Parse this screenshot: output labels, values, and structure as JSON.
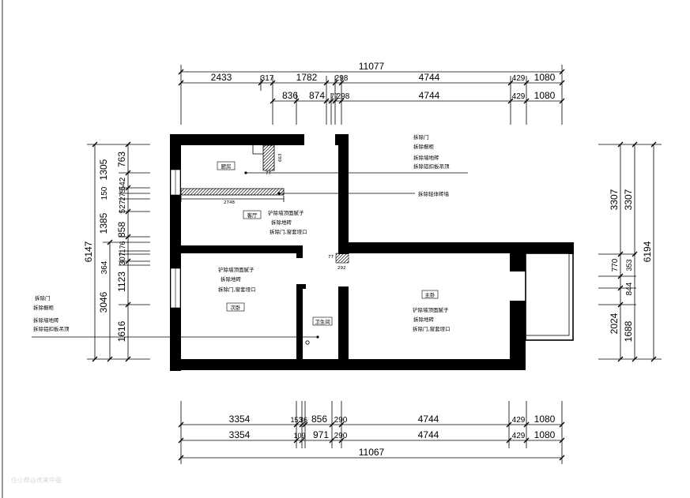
{
  "dimensions": {
    "top_total": "11077",
    "top_row1": [
      "2433",
      "317",
      "1782",
      "298",
      "4744",
      "429",
      "1080"
    ],
    "top_row2": [
      "836",
      "874",
      "77",
      "298",
      "4744",
      "429",
      "1080"
    ],
    "bottom_row1": [
      "3354",
      "153",
      "36",
      "856",
      "290",
      "4744",
      "429",
      "1080"
    ],
    "bottom_row2": [
      "3354",
      "109",
      "971",
      "290",
      "4744",
      "429",
      "1080"
    ],
    "bottom_total": "11067",
    "left_total": "6147",
    "left_outer": [
      "3046"
    ],
    "left_inner": [
      "763",
      "1305",
      "542",
      "150",
      "275",
      "527",
      "1385",
      "858",
      "176",
      "307",
      "364",
      "1123",
      "1616"
    ],
    "right_outer": [
      "3307",
      "6194"
    ],
    "right_inner": [
      "3307",
      "770",
      "353",
      "844",
      "2024",
      "1688"
    ],
    "interior": [
      "2748",
      "663",
      "292",
      "77"
    ]
  },
  "rooms": {
    "kitchen": "厨房",
    "living": "客厅",
    "second_bedroom": "次卧",
    "bathroom": "卫生间",
    "master_bedroom": "主卧"
  },
  "notes": {
    "kitchen": [
      "拆除门",
      "拆除橱柜",
      "拆除墙地砖",
      "拆除铝扣板吊顶"
    ],
    "partition": "拆除轻体砖墙",
    "living": [
      "铲除墙顶面腻子",
      "拆除地砖",
      "拆除门,窗套垭口"
    ],
    "second_bedroom": [
      "铲除墙顶面腻子",
      "拆除地砖",
      "拆除门,窗套垭口"
    ],
    "master_bedroom": [
      "铲除墙顶面腻子",
      "拆除地砖",
      "拆除门,窗套垭口"
    ],
    "bathroom": [
      "拆除门",
      "拆除橱柜",
      "拆除墙地砖",
      "拆除铝扣板吊顶"
    ]
  },
  "watermark": "住小帮@虎来中墨"
}
